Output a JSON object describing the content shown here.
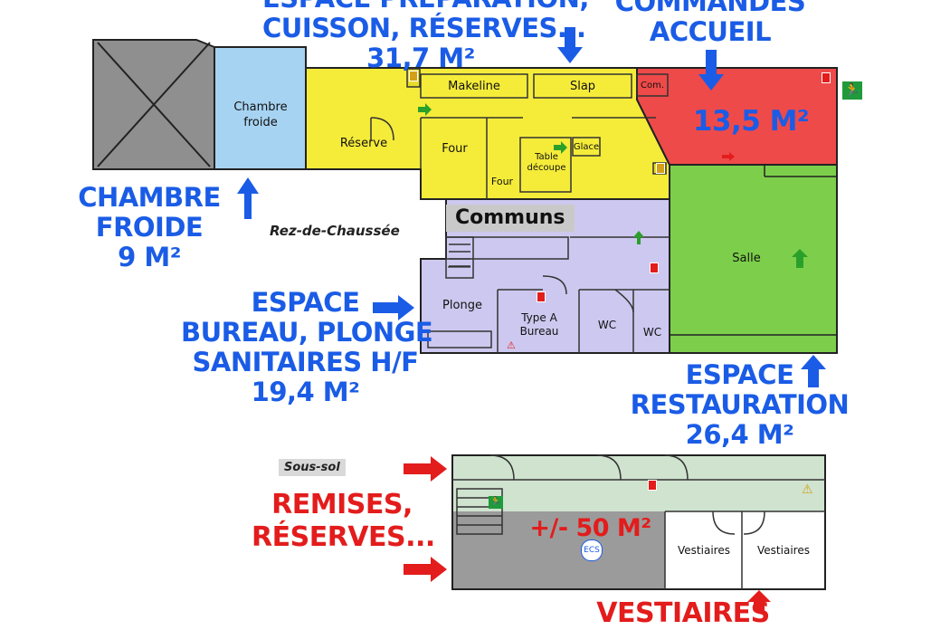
{
  "zones": {
    "preparation": {
      "title_line1": "ESPACE PRÉPARATION,",
      "title_line2": "CUISSON, RÉSERVES...",
      "area": "31,7 M²"
    },
    "accueil": {
      "title_line1": "COMMANDES",
      "title_line2": "ACCUEIL",
      "area": "13,5 M²"
    },
    "chambre": {
      "title_line1": "CHAMBRE",
      "title_line2": "FROIDE",
      "area": "9 M²"
    },
    "bureau": {
      "title_line1": "ESPACE",
      "title_line2": "BUREAU, PLONGE",
      "title_line3": "SANITAIRES H/F",
      "area": "19,4 M²"
    },
    "restauration": {
      "title_line1": "ESPACE",
      "title_line2": "RESTAURATION",
      "area": "26,4 M²"
    },
    "remises": {
      "title_line1": "REMISES,",
      "title_line2": "RÉSERVES...",
      "area": "+/- 50 M²"
    },
    "vestiaires": {
      "title": "VESTIAIRES"
    }
  },
  "rooms": {
    "chambre_froide": "Chambre froide",
    "makeline": "Makeline",
    "slap": "Slap",
    "com": "Com.",
    "reserve": "Réserve",
    "four1": "Four",
    "four2": "Four",
    "table": "Table découpe",
    "glace": "Glace",
    "salle": "Salle",
    "communs": "Communs",
    "plonge": "Plonge",
    "bureau": "Type A Bureau",
    "wc1": "WC",
    "wc2": "WC",
    "vestiaires1": "Vestiaires",
    "vestiaires2": "Vestiaires",
    "ecs": "ECS"
  },
  "levels": {
    "ground": "Rez-de-Chaussée",
    "basement": "Sous-sol"
  },
  "colors": {
    "blue_text": "#1a5ce6",
    "red_text": "#e31c1c",
    "yellow_zone": "#f5ec3a",
    "red_zone": "#ee4a4a",
    "green_zone": "#7dcf4b",
    "blue_zone": "#a7d3f2",
    "purple_zone": "#cdc8ef",
    "grey_zone": "#9b9b9b"
  }
}
